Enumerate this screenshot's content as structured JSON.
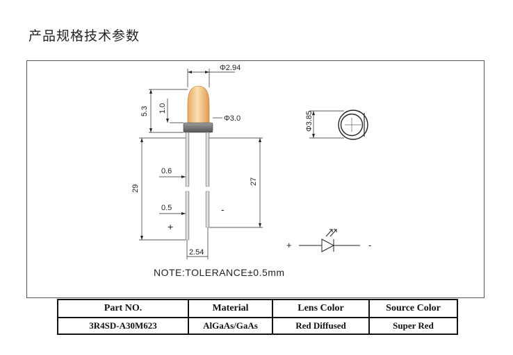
{
  "title": "产品规格技术参数",
  "drawing": {
    "dims": {
      "lens_diameter": "Φ2.94",
      "flange_diameter": "Φ3.0",
      "top_diameter": "Φ3.85",
      "body_height": "5.3",
      "dome_height": "1.0",
      "lead_width": "0.6",
      "lead_thickness": "0.5",
      "overall_lead_length": "29",
      "short_lead_length": "27",
      "lead_pitch": "2.54"
    },
    "polarity": {
      "anode": "+",
      "cathode": "-"
    },
    "note": "NOTE:TOLERANCE±0.5mm"
  },
  "spec_table": {
    "headers": [
      "Part NO.",
      "Material",
      "Lens Color",
      "Source Color"
    ],
    "rows": [
      [
        "3R4SD-A30M623",
        "AlGaAs/GaAs",
        "Red Diffused",
        "Super Red"
      ]
    ]
  },
  "colors": {
    "lens": "#f3c68a",
    "lead": "#d9d9d9",
    "flange": "#777777",
    "line": "#222222"
  }
}
